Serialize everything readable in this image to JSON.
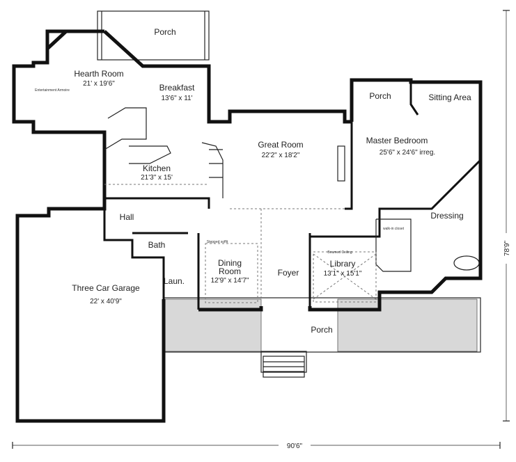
{
  "rooms": {
    "porch_rear": {
      "name": "Porch"
    },
    "hearth_room": {
      "name": "Hearth Room",
      "size": "21' x 19'6\""
    },
    "breakfast": {
      "name": "Breakfast",
      "size": "13'6\" x 11'"
    },
    "kitchen": {
      "name": "Kitchen",
      "size": "21'3\" x 15'"
    },
    "great_room": {
      "name": "Great Room",
      "size": "22'2\" x 18'2\""
    },
    "porch_master": {
      "name": "Porch"
    },
    "sitting_area": {
      "name": "Sitting Area"
    },
    "master_bedroom": {
      "name": "Master Bedroom",
      "size": "25'6\" x 24'6\" irreg."
    },
    "dressing": {
      "name": "Dressing"
    },
    "hall": {
      "name": "Hall"
    },
    "bath": {
      "name": "Bath"
    },
    "laundry": {
      "name": "Laun."
    },
    "garage": {
      "name": "Three Car Garage",
      "size": "22' x 40'9\""
    },
    "dining_room": {
      "name": "Dining Room",
      "name_line1": "Dining",
      "name_line2": "Room",
      "size": "12'9\" x 14'7\""
    },
    "foyer": {
      "name": "Foyer"
    },
    "library": {
      "name": "Library",
      "size": "13'1\" x 15'1\""
    },
    "porch_front": {
      "name": "Porch"
    }
  },
  "notes": {
    "entertainment": "Entertainment Armoire",
    "stepped_soffit": "Stepped soffit",
    "beamed_ceiling": "Beamed Ceiling",
    "walk_in_closet": "walk-in closet"
  },
  "dimensions": {
    "width": "90'6\"",
    "depth": "78'9\""
  }
}
